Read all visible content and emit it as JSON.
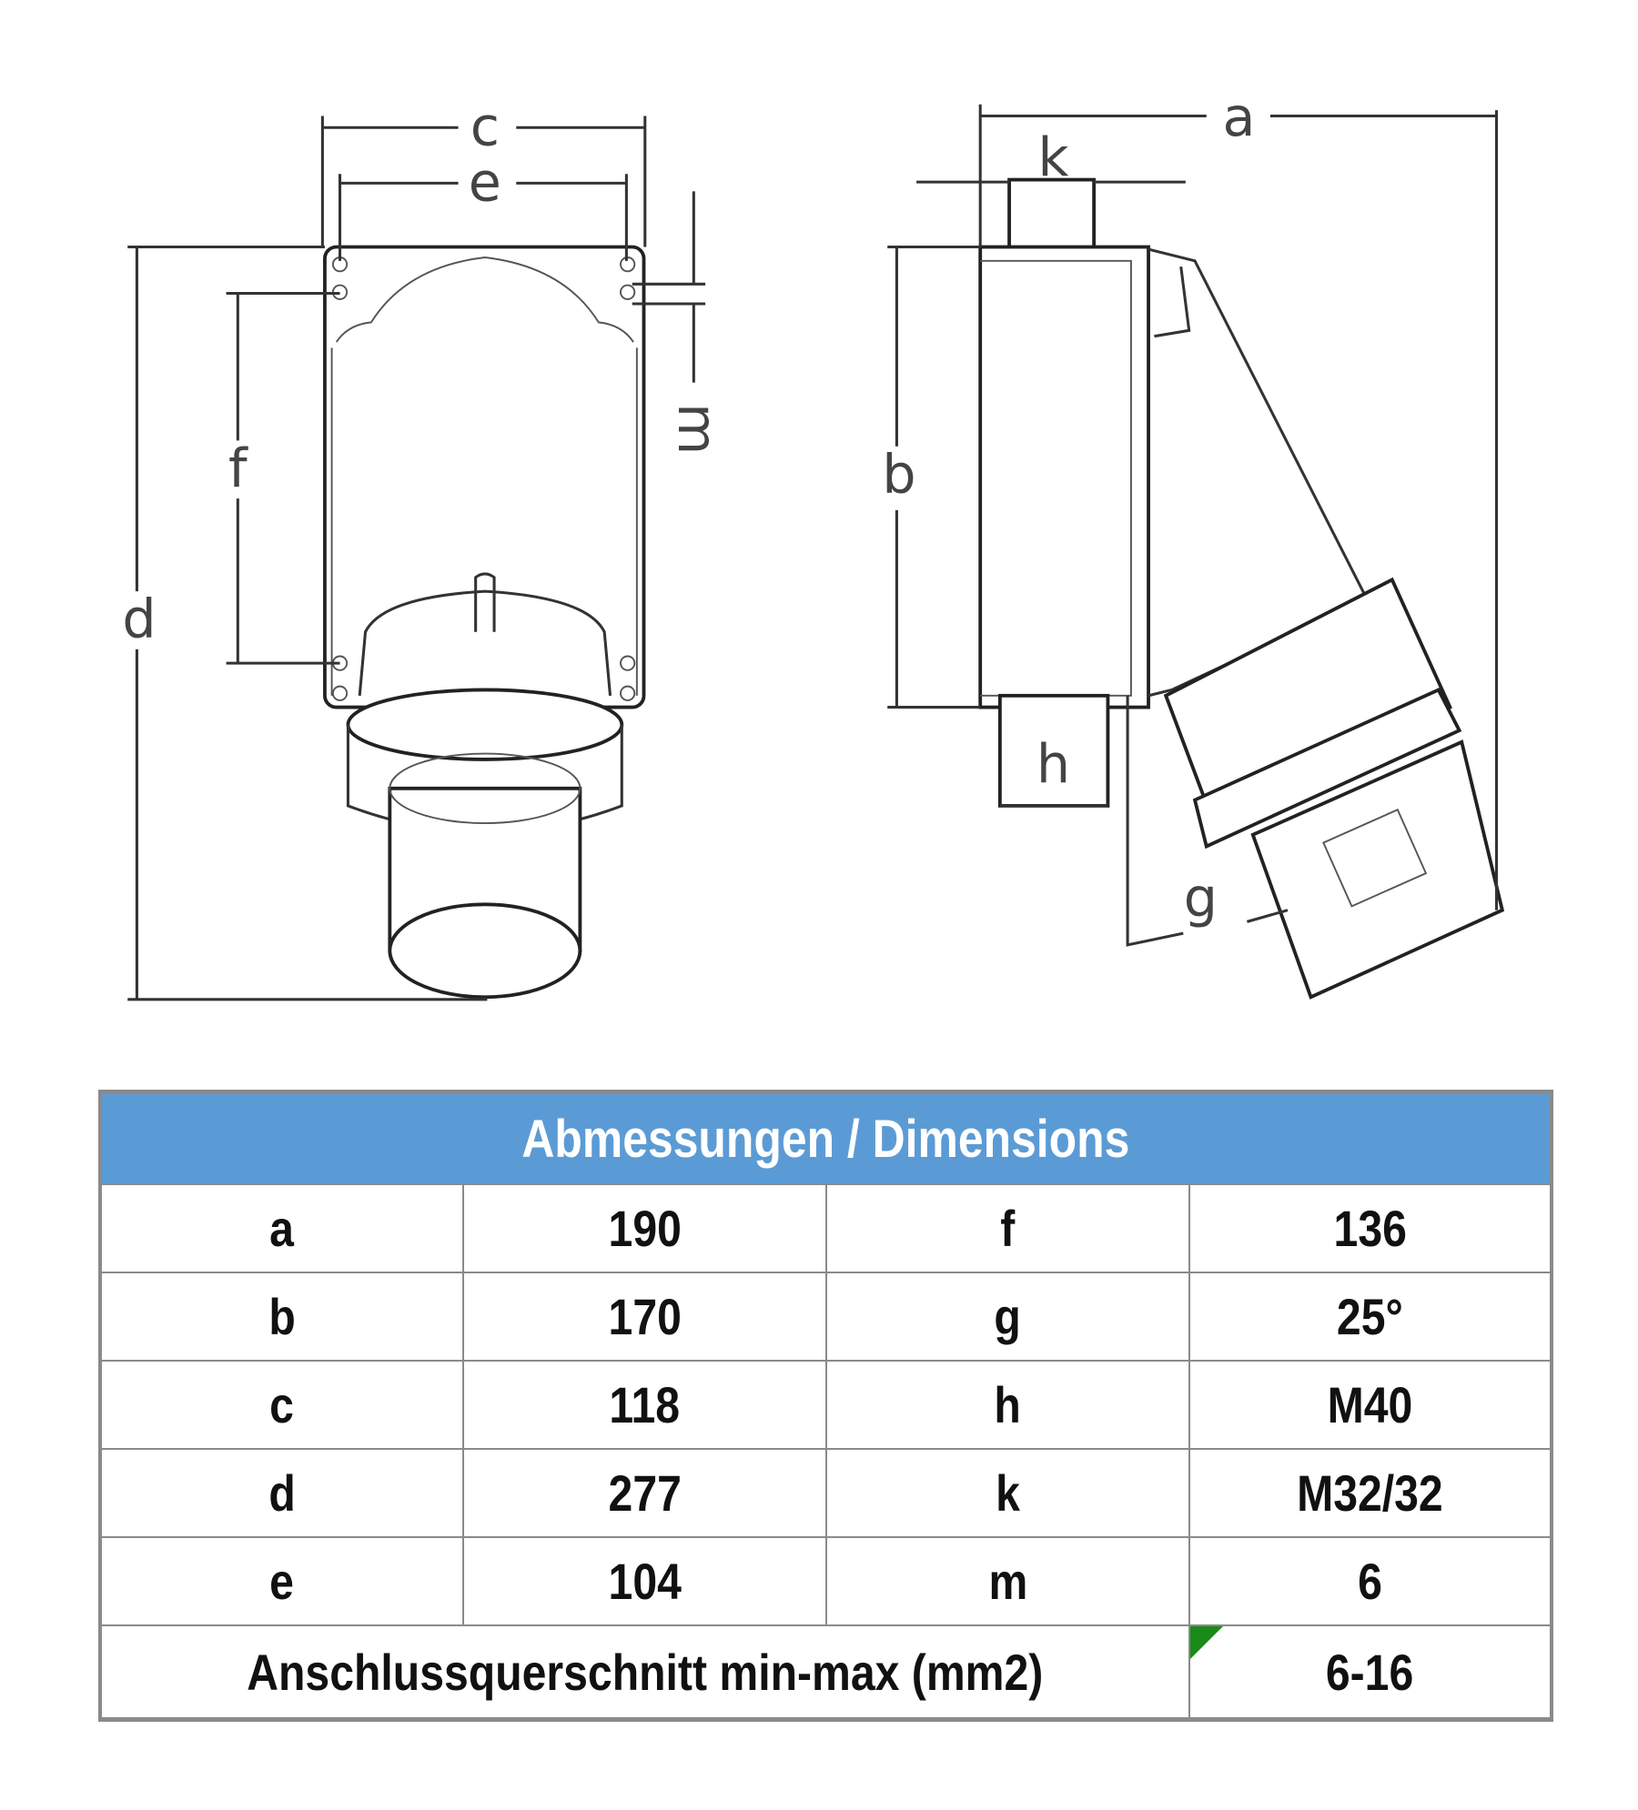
{
  "drawing": {
    "labels": {
      "a": "a",
      "b": "b",
      "c": "c",
      "d": "d",
      "e": "e",
      "f": "f",
      "g": "g",
      "h": "h",
      "k": "k",
      "m": "m"
    }
  },
  "table": {
    "title": "Abmessungen / Dimensions",
    "rows": [
      [
        "a",
        "190",
        "f",
        "136"
      ],
      [
        "b",
        "170",
        "g",
        "25°"
      ],
      [
        "c",
        "118",
        "h",
        "M40"
      ],
      [
        "d",
        "277",
        "k",
        "M32/32"
      ],
      [
        "e",
        "104",
        "m",
        "6"
      ]
    ],
    "footer": {
      "label": "Anschlussquerschnitt min-max (mm2)",
      "value": "6-16"
    },
    "colors": {
      "header": "#5b9bd5",
      "marker": "#1a8a1a"
    }
  }
}
